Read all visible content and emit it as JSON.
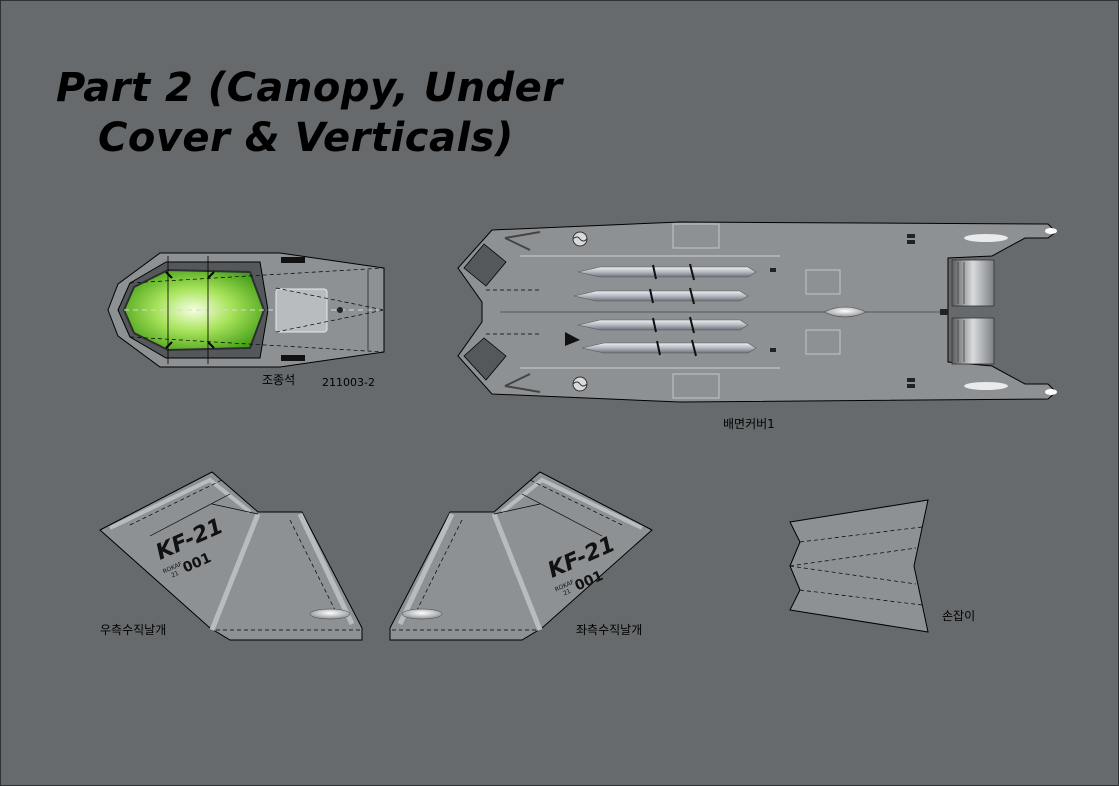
{
  "title": {
    "line1": "Part 2 (Canopy, Under",
    "line2": "Cover & Verticals)"
  },
  "parts": {
    "cockpit_label": "조종석",
    "cockpit_code": "211003-2",
    "under_cover_label": "배면커버1",
    "right_vertical_label": "우측수직날개",
    "left_vertical_label": "좌측수직날개",
    "handle_label": "손잡이"
  },
  "markings": {
    "type": "KF-21",
    "serial": "001",
    "small_1": "ROKAF",
    "small_2": "21"
  },
  "colors": {
    "background": "#666a6c",
    "part_fill": "#8e9193",
    "part_fill_light": "#a2a5a7",
    "canopy_glass": "#6fcf2a",
    "outline": "#000000"
  }
}
